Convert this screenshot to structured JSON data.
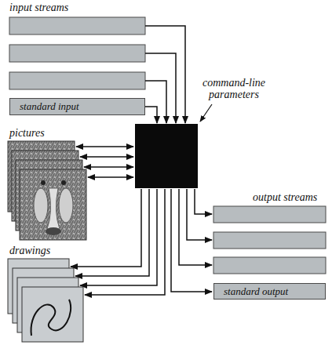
{
  "diagram": {
    "nodes": [
      {
        "text": [
          "standard input"
        ]
      },
      {
        "text": [
          "standard output"
        ]
      }
    ],
    "labels": [
      "input streams",
      "command-line parameters",
      "pictures",
      "output streams",
      "drawings"
    ]
  }
}
